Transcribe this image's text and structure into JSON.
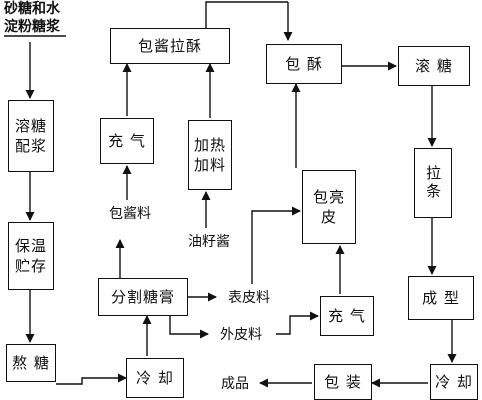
{
  "nodes": {
    "input": "砂糖和水\n淀粉糖浆",
    "rongtang": "溶糖\n配浆",
    "baowen": "保温\n贮存",
    "aotang": "熬 糖",
    "lengque1": "冷 却",
    "fenge": "分割糖膏",
    "chongqi1": "充 气",
    "baojiang_lasu": "包酱拉酥",
    "jiare": "加热\n加料",
    "baojiang_liao": "包酱料",
    "youzi": "油籽酱",
    "biaopi": "表皮料",
    "waipi": "外皮料",
    "chongqi2": "充 气",
    "baoliang": "包亮\n皮",
    "baosu": "包 酥",
    "guntang": "滚 糖",
    "latiao": "拉条",
    "chengxing": "成 型",
    "lengque2": "冷 却",
    "baozhuang": "包 装",
    "chengpin": "成品"
  }
}
